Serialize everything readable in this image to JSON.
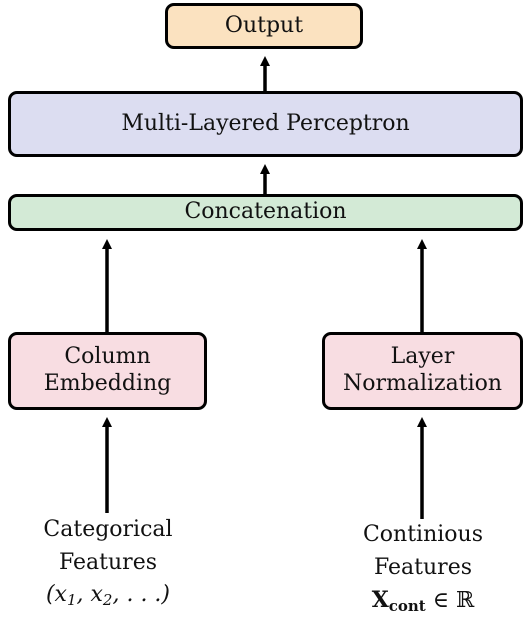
{
  "diagram": {
    "nodes": {
      "output": "Output",
      "mlp": "Multi-Layered Perceptron",
      "concatenation": "Concatenation",
      "column_embedding": "Column Embedding",
      "layer_normalization": "Layer Normalization"
    },
    "inputs": {
      "categorical": {
        "line1": "Categorical",
        "line2": "Features",
        "math": "(x1, x2, ...)"
      },
      "continuous": {
        "line1": "Continious",
        "line2": "Features",
        "math": "Xcont ∈ ℝ"
      }
    },
    "edges": [
      {
        "from": "categorical_features",
        "to": "column_embedding"
      },
      {
        "from": "continuous_features",
        "to": "layer_normalization"
      },
      {
        "from": "column_embedding",
        "to": "concatenation"
      },
      {
        "from": "layer_normalization",
        "to": "concatenation"
      },
      {
        "from": "concatenation",
        "to": "mlp"
      },
      {
        "from": "mlp",
        "to": "output"
      }
    ],
    "colors": {
      "output_fill": "#fbe2c0",
      "mlp_fill": "#dcddf1",
      "concatenation_fill": "#d3ead6",
      "embedding_fill": "#f8dde2",
      "normalization_fill": "#f8dde2",
      "stroke": "#000000"
    }
  }
}
